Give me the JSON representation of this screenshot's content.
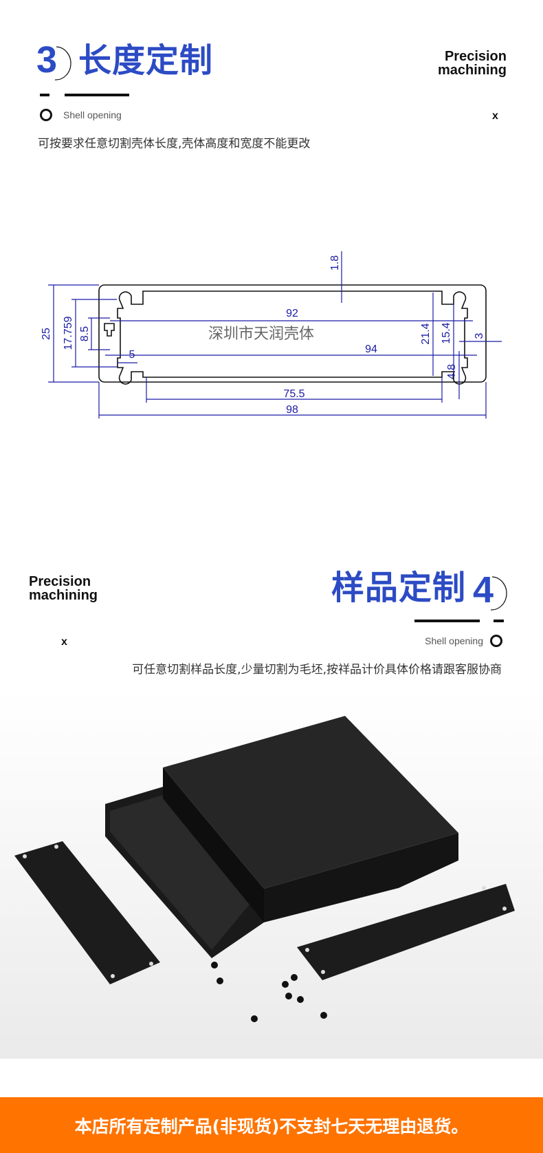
{
  "section3": {
    "number": "3",
    "title": "长度定制",
    "tag_line1": "Precision",
    "tag_line2": "machining",
    "shell_label": "Shell opening",
    "x_mark": "x",
    "description": "可按要求任意切割壳体长度,壳体高度和宽度不能更改",
    "drawing": {
      "watermark": "深圳市天润壳体",
      "dims": {
        "d25": "25",
        "d17759": "17.759",
        "d85": "8.5",
        "d92": "92",
        "d94": "94",
        "d5": "5",
        "d18": "1.8",
        "d214": "21.4",
        "d154": "15.4",
        "d3": "3",
        "d48": "4.8",
        "d755": "75.5",
        "d98": "98"
      }
    }
  },
  "section4": {
    "number": "4",
    "title": "样品定制",
    "tag_line1": "Precision",
    "tag_line2": "machining",
    "shell_label": "Shell opening",
    "x_mark": "x",
    "description": "可任意切割样品长度,少量切割为毛坯,按祥品计价具体价格请跟客服协商"
  },
  "footer": {
    "notice": "本店所有定制产品(非现货)不支封七天无理由退货。"
  },
  "colors": {
    "accent": "#2c4bc4",
    "footer": "#ff7300",
    "drawing": "#1a1aa6"
  }
}
